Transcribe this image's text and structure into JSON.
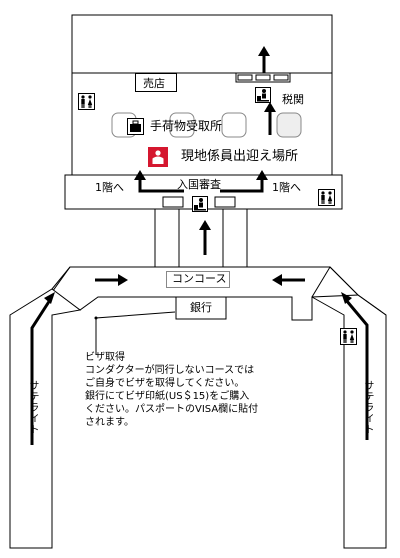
{
  "labels": {
    "shop": "売店",
    "customs": "税関",
    "baggage_claim": "手荷物受取所",
    "guide_meeting": "現地係員出迎え場所",
    "immigration": "入国審査",
    "to_1f_left": "1階へ",
    "to_1f_right": "1階へ",
    "concourse": "コンコース",
    "bank": "銀行",
    "satellite_left": "サテライト",
    "satellite_right": "サテライト"
  },
  "visa_note": {
    "title": "ビザ取得",
    "body": "コンダクターが同行しないコースでは\nご自身でビザを取得してください。\n銀行にてビザ印紙(US＄15)をご購入\nください。パスポートのVISA欄に貼付\nされます。"
  },
  "colors": {
    "guide_icon_bg": "#d5172f",
    "line": "#000000",
    "fill": "#ffffff"
  },
  "icons": [
    "restroom-icon",
    "baggage-icon",
    "guide-person-icon",
    "officer-icon",
    "arrow-icon"
  ]
}
